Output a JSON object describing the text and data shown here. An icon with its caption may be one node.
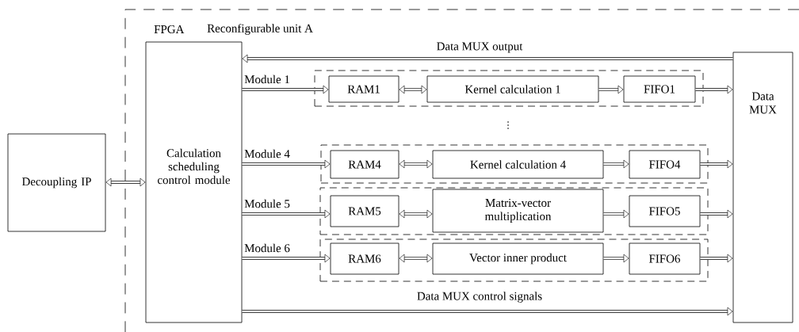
{
  "diagram": {
    "nodes": [
      {
        "text": [
          "FPGA",
          "Reconfigurable unit A"
        ]
      },
      {
        "text": [
          "Decoupling IP"
        ]
      },
      {
        "text": [
          "Calculation scheduling control module"
        ],
        "in": 0
      },
      {
        "text": [
          "Data MUX"
        ],
        "in": 0
      },
      {
        "text": [],
        "shape": "box",
        "in": 0
      },
      {
        "text": [
          "RAM1"
        ],
        "in": 4
      },
      {
        "text": [
          "Kernel calculation 1"
        ],
        "in": 4
      },
      {
        "text": [
          "FIFO1"
        ],
        "in": 4
      },
      {
        "text": [],
        "shape": "box",
        "in": 0
      },
      {
        "text": [
          "RAM4"
        ],
        "in": 8
      },
      {
        "text": [
          "Kernel calculation 4"
        ],
        "in": 8
      },
      {
        "text": [
          "FIFO4"
        ],
        "in": 8
      },
      {
        "text": [],
        "shape": "box",
        "in": 0
      },
      {
        "text": [
          "RAM5"
        ],
        "in": 12
      },
      {
        "text": [
          "Matrix-vector multiplication"
        ],
        "in": 12
      },
      {
        "text": [
          "FIFO5"
        ],
        "in": 12
      },
      {
        "text": [],
        "shape": "box",
        "in": 0
      },
      {
        "text": [
          "RAM6"
        ],
        "in": 16
      },
      {
        "text": [
          "Vector inner product"
        ],
        "in": 16
      },
      {
        "text": [
          "FIFO6"
        ],
        "in": 16
      }
    ],
    "edges": [
      {
        "from": 1,
        "to": 2,
        "arrow": "both"
      },
      {
        "from": 3,
        "to": 2,
        "arrow": "to",
        "label": "Data MUX output"
      },
      {
        "from": 2,
        "to": 5,
        "arrow": "to",
        "label": "Module 1"
      },
      {
        "from": 5,
        "to": 6,
        "arrow": "both"
      },
      {
        "from": 6,
        "to": 7,
        "arrow": "to"
      },
      {
        "from": 7,
        "to": 3,
        "arrow": "to"
      },
      {
        "from": 2,
        "to": 9,
        "arrow": "to",
        "label": "Module 4"
      },
      {
        "from": 9,
        "to": 10,
        "arrow": "both"
      },
      {
        "from": 10,
        "to": 11,
        "arrow": "to"
      },
      {
        "from": 11,
        "to": 3,
        "arrow": "to"
      },
      {
        "from": 2,
        "to": 13,
        "arrow": "to",
        "label": "Module 5"
      },
      {
        "from": 13,
        "to": 14,
        "arrow": "both"
      },
      {
        "from": 14,
        "to": 15,
        "arrow": "to"
      },
      {
        "from": 15,
        "to": 3,
        "arrow": "to"
      },
      {
        "from": 2,
        "to": 17,
        "arrow": "to",
        "label": "Module 6"
      },
      {
        "from": 17,
        "to": 18,
        "arrow": "both"
      },
      {
        "from": 18,
        "to": 19,
        "arrow": "to"
      },
      {
        "from": 19,
        "to": 3,
        "arrow": "to"
      },
      {
        "from": 2,
        "to": 3,
        "arrow": "to",
        "label": "Data MUX control signals"
      }
    ],
    "labels": [
      "⋮"
    ]
  }
}
